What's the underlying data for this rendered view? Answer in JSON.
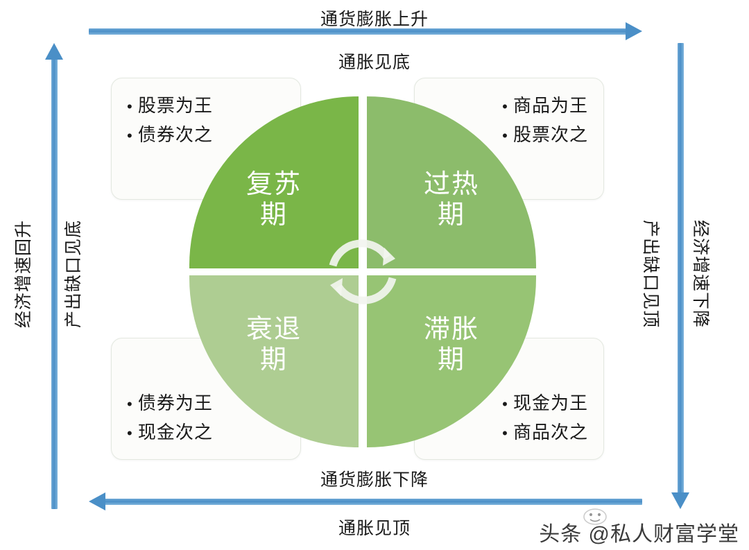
{
  "diagram": {
    "title_axes": {
      "top_above": "通货膨胀上升",
      "top_below": "通胀见底",
      "bottom_above": "通货膨胀下降",
      "bottom_below": "通胀见顶",
      "left_outer": "经济增速回升",
      "left_inner": "产出缺口见底",
      "right_inner": "产出缺口见顶",
      "right_outer": "经济增速下降"
    },
    "quadrants": [
      {
        "key": "recovery",
        "label": "复苏\n期",
        "color": "#7AB648",
        "position": "top-left"
      },
      {
        "key": "overheat",
        "label": "过热\n期",
        "color": "#8CBC6B",
        "position": "top-right"
      },
      {
        "key": "recession",
        "label": "衰退\n期",
        "color": "#AECD92",
        "position": "bottom-left"
      },
      {
        "key": "stagflation",
        "label": "滞胀\n期",
        "color": "#97C474",
        "position": "bottom-right"
      }
    ],
    "callouts": [
      {
        "key": "top-left",
        "align": "left",
        "items": [
          "股票为王",
          "债券次之"
        ]
      },
      {
        "key": "top-right",
        "align": "right",
        "items": [
          "商品为王",
          "股票次之"
        ]
      },
      {
        "key": "bottom-left",
        "align": "left",
        "items": [
          "债券为王",
          "现金次之"
        ]
      },
      {
        "key": "bottom-right",
        "align": "right",
        "items": [
          "现金为王",
          "商品次之"
        ]
      }
    ],
    "watermark": {
      "text": "头条 @私人财富学堂"
    },
    "colors": {
      "arrow_blue": "#4A8FC7",
      "box_border": "#E3E8E0",
      "box_fill": "#FCFCFA",
      "text": "#1A1A1A",
      "quadrant_label": "#FFFFFF"
    }
  }
}
